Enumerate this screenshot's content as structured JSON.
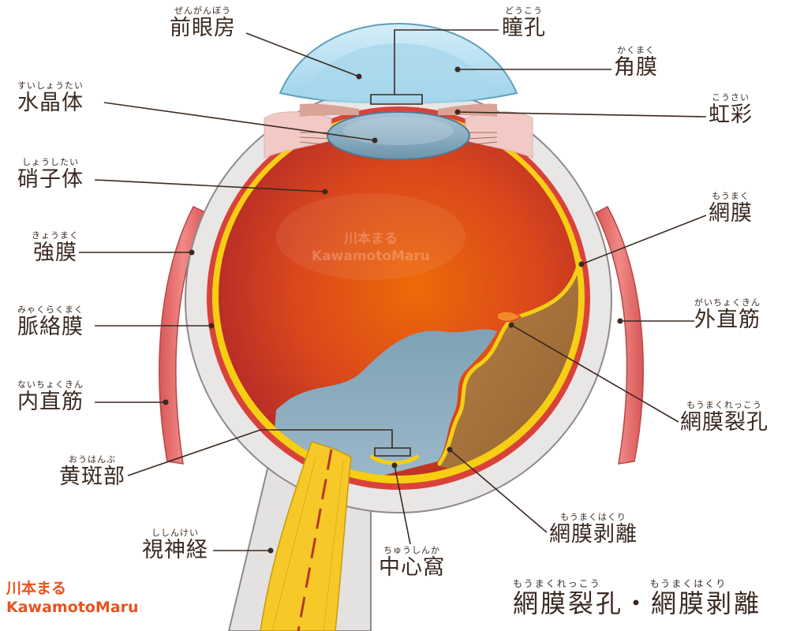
{
  "title": {
    "ruby_left": "もうまくれっこう",
    "ruby_right": "もうまくはくり",
    "text": "網膜裂孔・網膜剥離"
  },
  "watermark": {
    "line1": "川本まる",
    "line2": "KawamotoMaru"
  },
  "labels": {
    "zengambo": {
      "ruby": "ぜんがんぼう",
      "text": "前眼房"
    },
    "doko": {
      "ruby": "どうこう",
      "text": "瞳孔"
    },
    "kakumaku": {
      "ruby": "かくまく",
      "text": "角膜"
    },
    "suishotai": {
      "ruby": "すいしょうたい",
      "text": "水晶体"
    },
    "kosai": {
      "ruby": "こうさい",
      "text": "虹彩"
    },
    "shoshitai": {
      "ruby": "しょうしたい",
      "text": "硝子体"
    },
    "momaku": {
      "ruby": "もうまく",
      "text": "網膜"
    },
    "kyomaku": {
      "ruby": "きょうまく",
      "text": "強膜"
    },
    "gaichokukin": {
      "ruby": "がいちょくきん",
      "text": "外直筋"
    },
    "myakurakumaku": {
      "ruby": "みゃくらくまく",
      "text": "脈絡膜"
    },
    "momakureko": {
      "ruby": "もうまくれっこう",
      "text": "網膜裂孔"
    },
    "naichokukin": {
      "ruby": "ないちょくきん",
      "text": "内直筋"
    },
    "ohanbu": {
      "ruby": "おうはんぶ",
      "text": "黄斑部"
    },
    "momakuhakuri": {
      "ruby": "もうまくはくり",
      "text": "網膜剥離"
    },
    "shishinkei": {
      "ruby": "ししんけい",
      "text": "視神経"
    },
    "chushinka": {
      "ruby": "ちゅうしんか",
      "text": "中心窩"
    }
  },
  "colors": {
    "sclera": "#e9e6e6",
    "choroid": "#d9423a",
    "retina": "#f6cf14",
    "vitreous": "#d44a1c",
    "fluid": "#8fb0c2",
    "detached_area": "#a8743f",
    "cornea": "#bfe3f3",
    "muscle": "#e86a6a",
    "nerve": "#f7c928",
    "text": "#3a2a22",
    "watermark": "#e8531e"
  }
}
